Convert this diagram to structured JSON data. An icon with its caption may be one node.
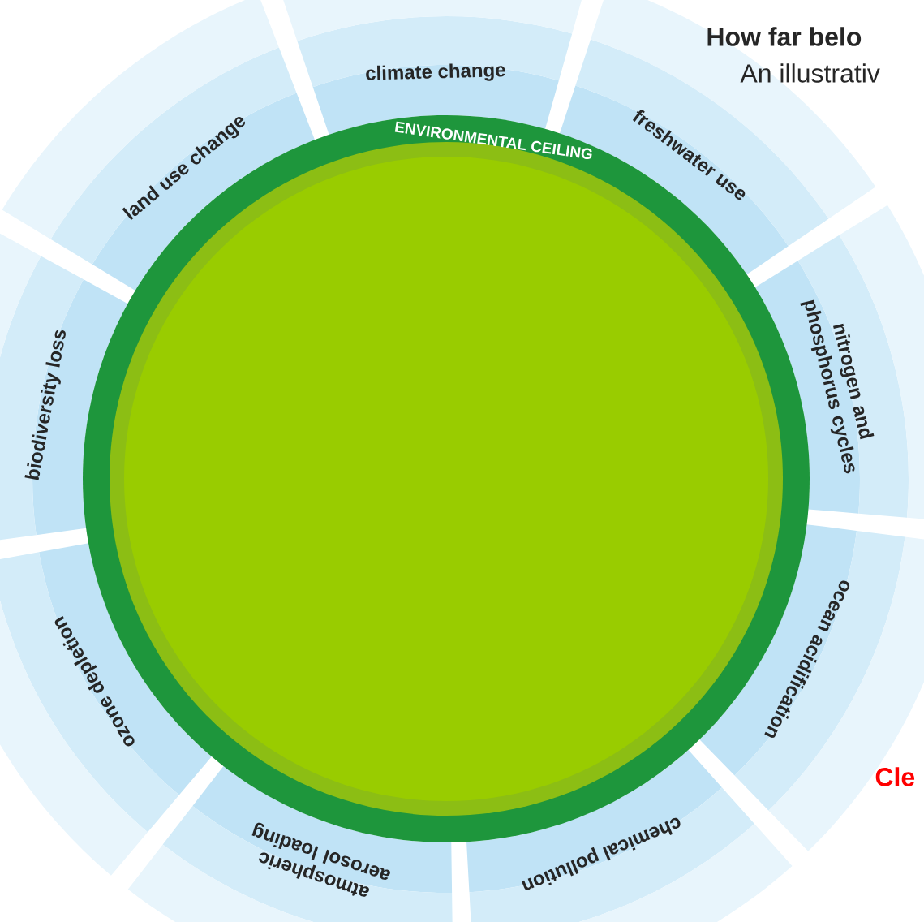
{
  "diagram": {
    "title": "How far belo",
    "nodes": [
      {
        "text": [
          "ENVIRONMENTAL CEILING"
        ]
      },
      {
        "text": [
          "climate change"
        ]
      },
      {
        "text": [
          "freshwater use"
        ]
      },
      {
        "text": [
          "nitrogen and phosphorus cycles"
        ]
      },
      {
        "text": [
          "ocean acidification"
        ]
      },
      {
        "text": [
          "chemical pollution"
        ]
      },
      {
        "text": [
          "atmospheric aerosol loading"
        ]
      },
      {
        "text": [
          "ozone depletion"
        ]
      },
      {
        "text": [
          "biodiversity loss"
        ]
      },
      {
        "text": [
          "land use change"
        ]
      }
    ],
    "labels": [
      "An illustrativ",
      "Cle"
    ]
  }
}
